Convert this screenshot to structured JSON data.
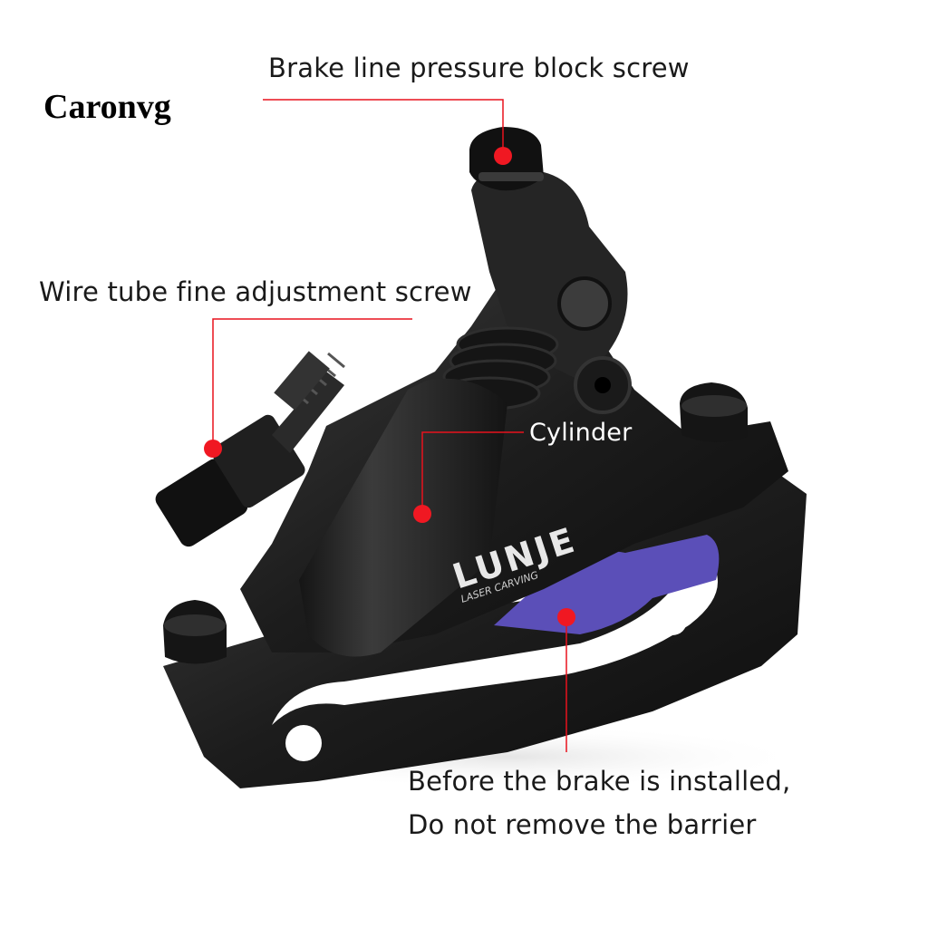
{
  "brand": "Caronvg",
  "callouts": {
    "pressure_screw": "Brake line pressure block screw",
    "wire_tube": "Wire tube fine adjustment screw",
    "cylinder": "Cylinder",
    "barrier_line1": "Before the brake is installed,",
    "barrier_line2": "Do not remove the barrier"
  },
  "product": {
    "logo": "LUNJE",
    "logo_sub": "LASER CARVING"
  },
  "colors": {
    "callout_line": "#e8121d",
    "caliper_body": "#1e1e1e",
    "barrier": "#5b4fb8"
  }
}
